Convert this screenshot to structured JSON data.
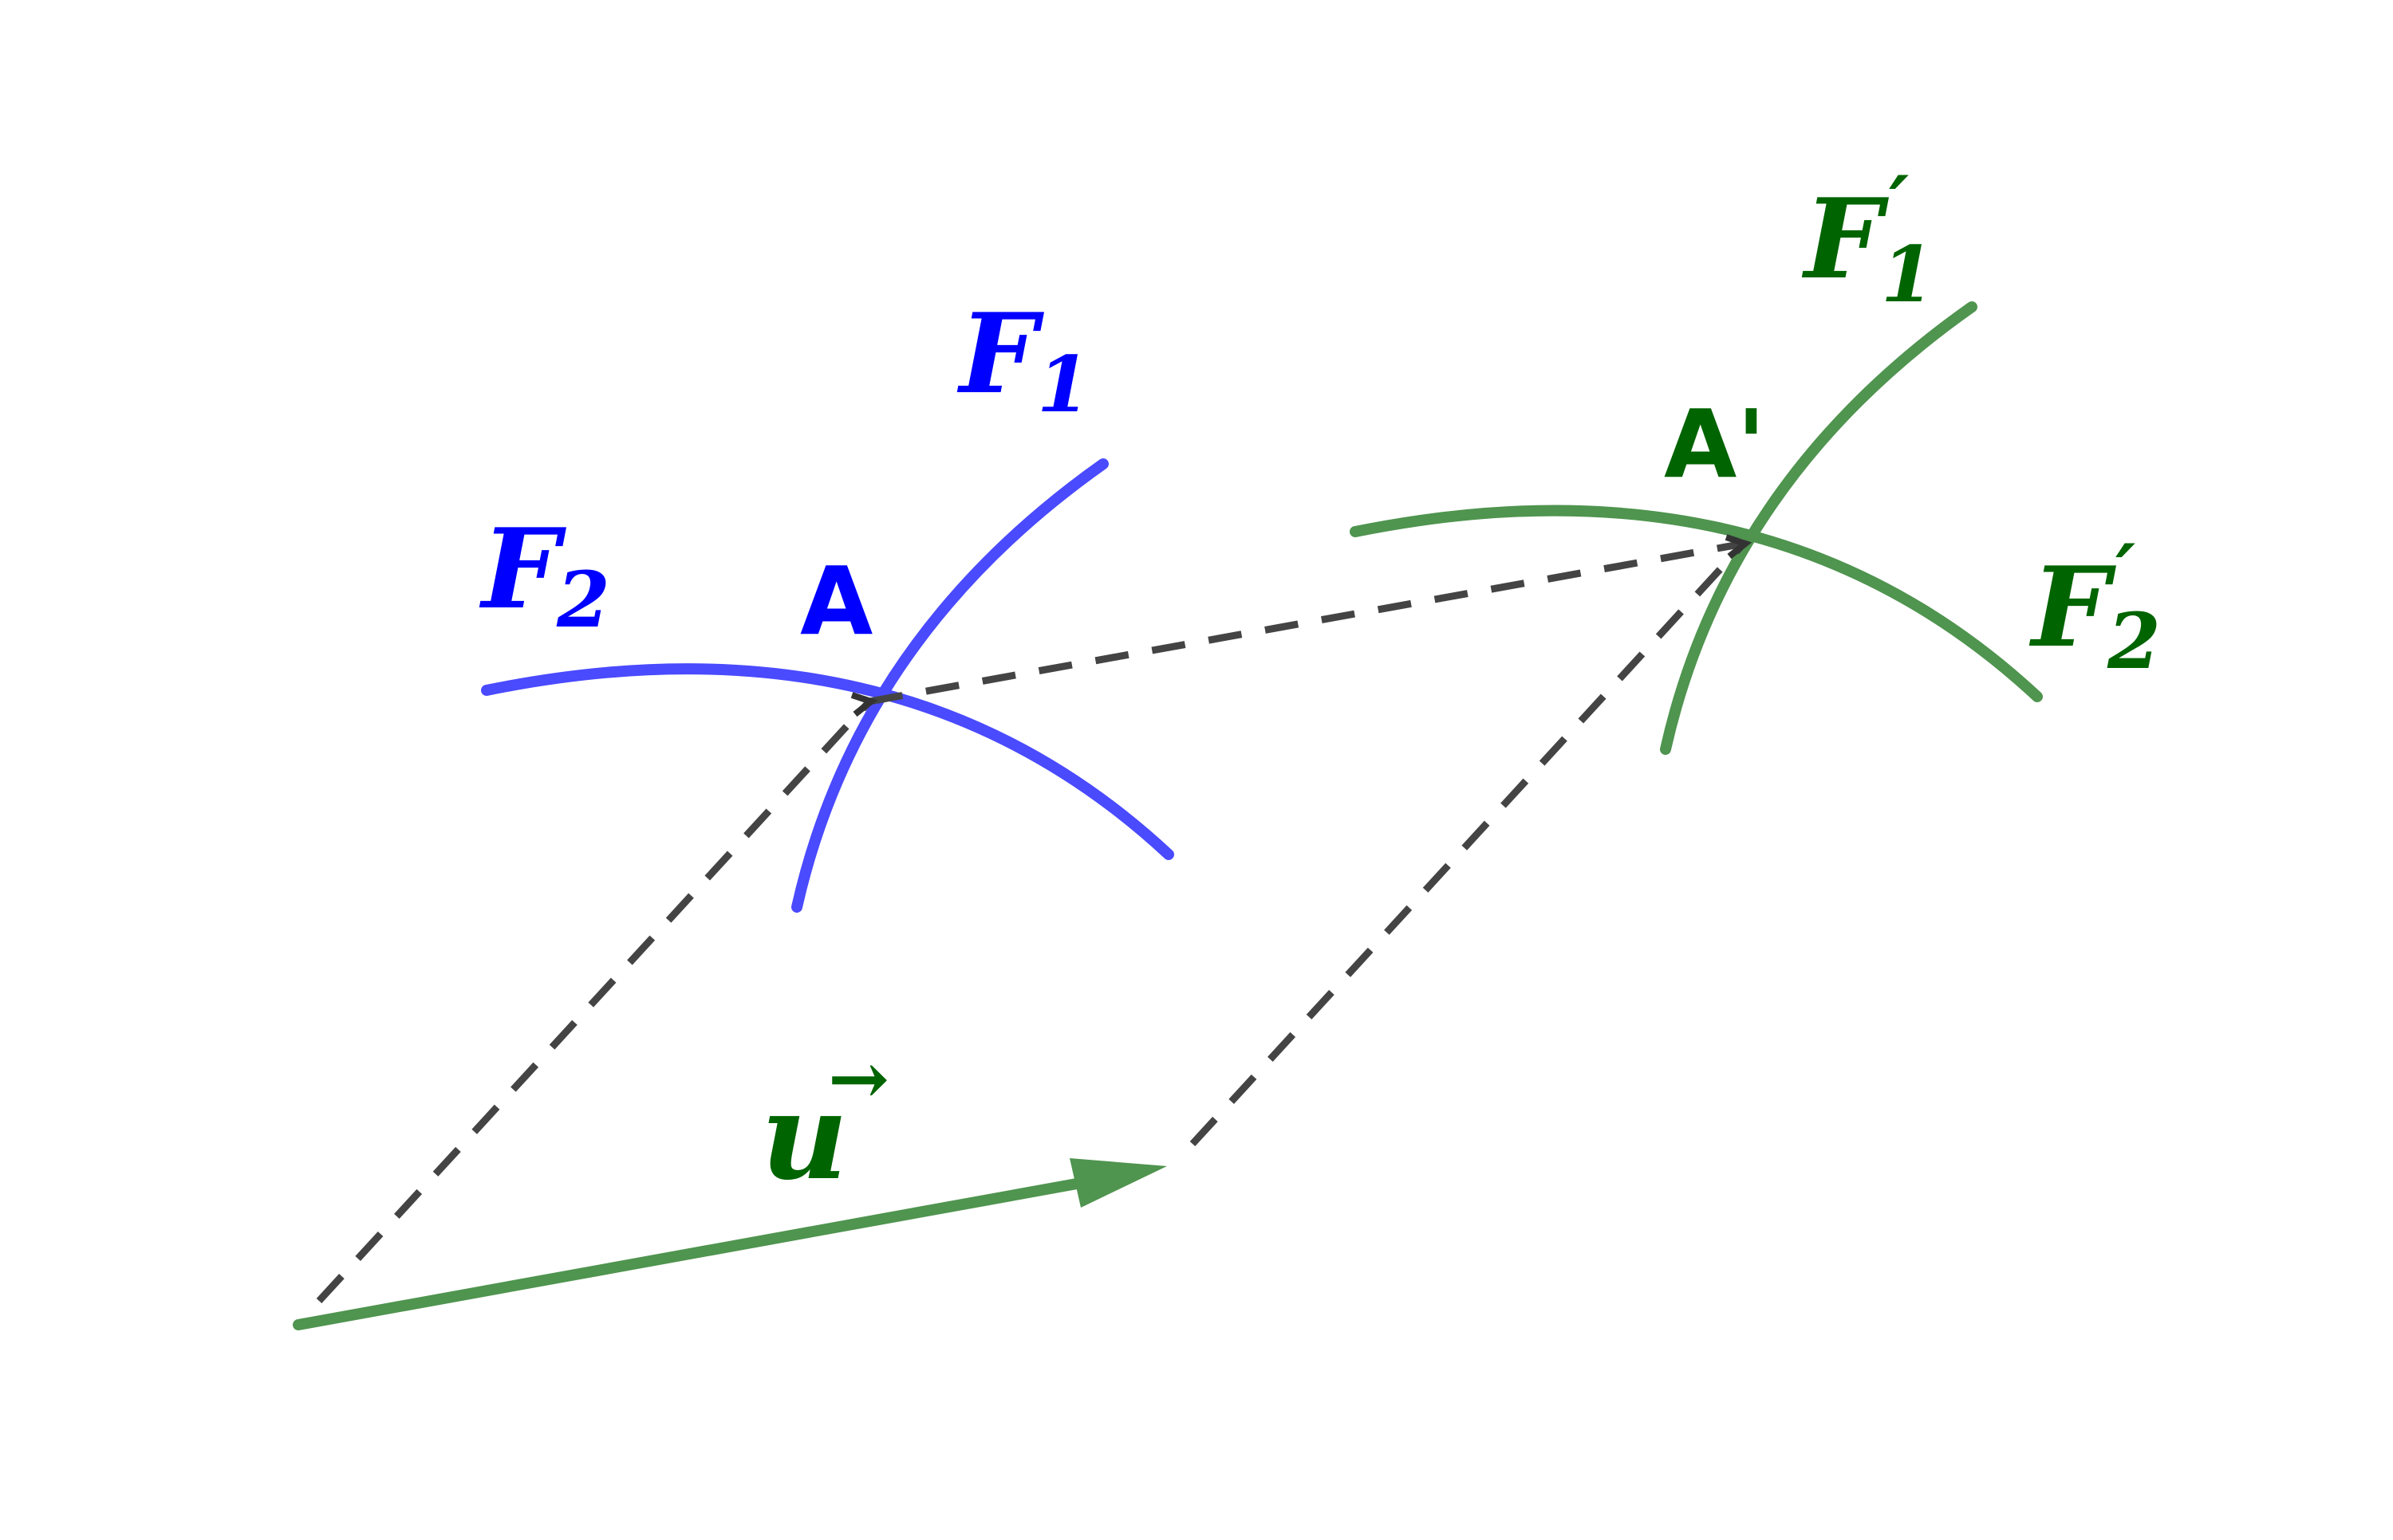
{
  "colors": {
    "original": "#4a4aff",
    "original_label": "#0000ff",
    "image": "#4f944f",
    "image_label": "#006400",
    "construction": "#444444",
    "background": "#ffffff"
  },
  "labels": {
    "F1": {
      "base": "F",
      "sub": "1"
    },
    "F2": {
      "base": "F",
      "sub": "2"
    },
    "F1p": {
      "base": "F",
      "sub": "1",
      "prime": "′"
    },
    "F2p": {
      "base": "F",
      "sub": "2",
      "prime": "′"
    },
    "A": "A",
    "Ap": "A'",
    "u": {
      "letter": "u",
      "arrow": "→"
    }
  }
}
